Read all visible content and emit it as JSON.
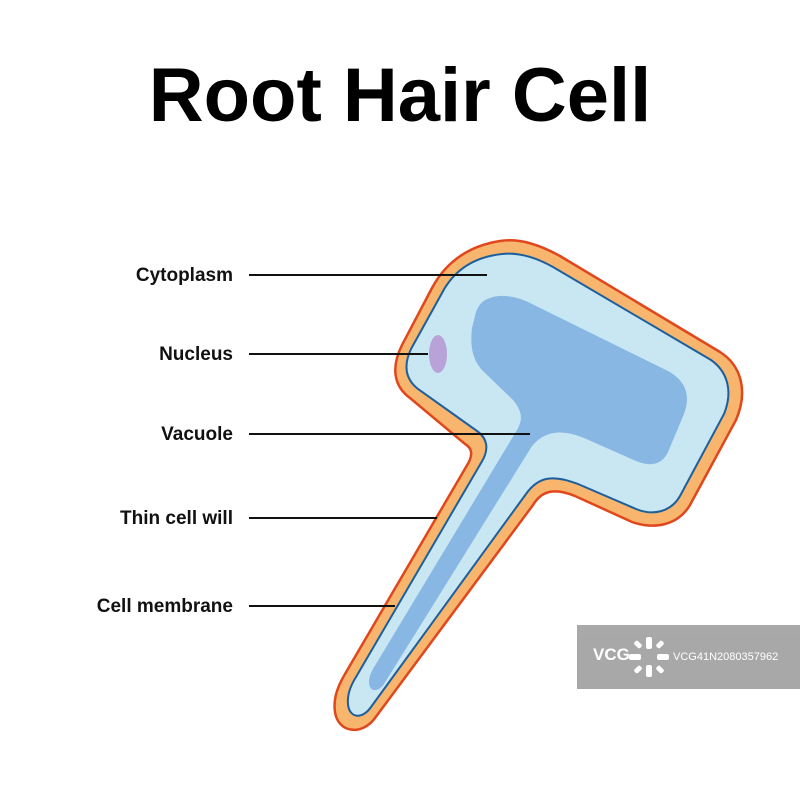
{
  "title": "Root Hair Cell",
  "labels": [
    {
      "id": "cytoplasm",
      "text": "Cytoplasm"
    },
    {
      "id": "nucleus",
      "text": "Nucleus"
    },
    {
      "id": "vacuole",
      "text": "Vacuole"
    },
    {
      "id": "cell-wall",
      "text": "Thin cell will"
    },
    {
      "id": "cell-membrane",
      "text": "Cell membrane"
    }
  ],
  "colors": {
    "cell_wall": "#f7b56e",
    "cell_wall_outline": "#e0471c",
    "membrane": "#1d5f9c",
    "cytoplasm": "#c9e7f3",
    "vacuole": "#88b7e4",
    "nucleus": "#b8a2d8"
  },
  "watermark": {
    "logo": "VCG",
    "id": "VCG41N2080357962"
  }
}
